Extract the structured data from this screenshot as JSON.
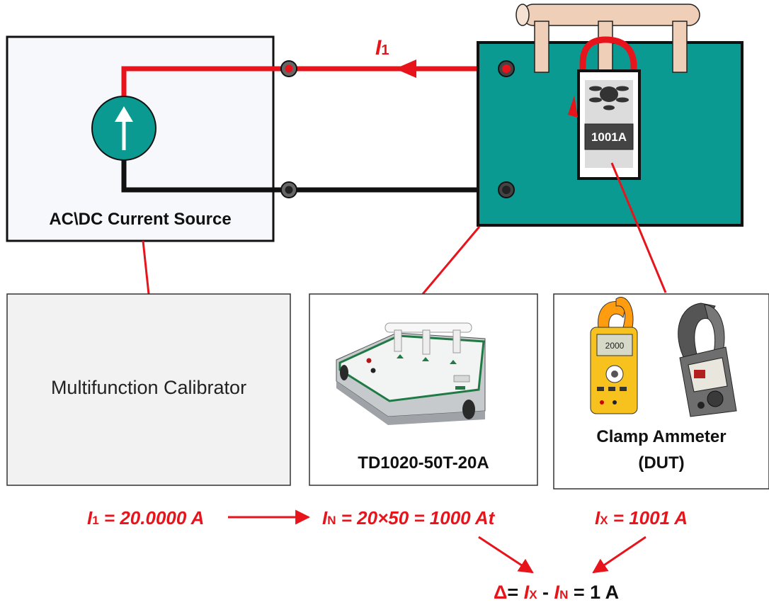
{
  "source": {
    "label": "AC\\DC Current Source"
  },
  "calibrator": {
    "label": "Multifunction Calibrator"
  },
  "current_label": {
    "symbol": "I",
    "sub": "1"
  },
  "coil_box": {
    "reading": "1001A"
  },
  "td_panel": {
    "label": "TD1020-50T-20A"
  },
  "clamp_panel": {
    "label_line1": "Clamp Ammeter",
    "label_line2": "(DUT)"
  },
  "equations": {
    "i1": {
      "symbol": "I",
      "sub": "1",
      "text": " = 20.0000 A"
    },
    "in": {
      "symbol": "I",
      "sub": "N",
      "text": " = 20×50 = 1000 At"
    },
    "ix": {
      "symbol": "I",
      "sub": "X",
      "text": " = 1001 A"
    },
    "delta": {
      "delta": "Δ",
      "eq1": "= ",
      "sym1": "I",
      "sub1": "X",
      "minus": " - ",
      "sym2": "I",
      "sub2": "N",
      "result": " = 1 A"
    }
  },
  "colors": {
    "red": "#e8141c",
    "teal": "#0a9a91",
    "dark": "#111111",
    "rod": "#efcfb8"
  }
}
